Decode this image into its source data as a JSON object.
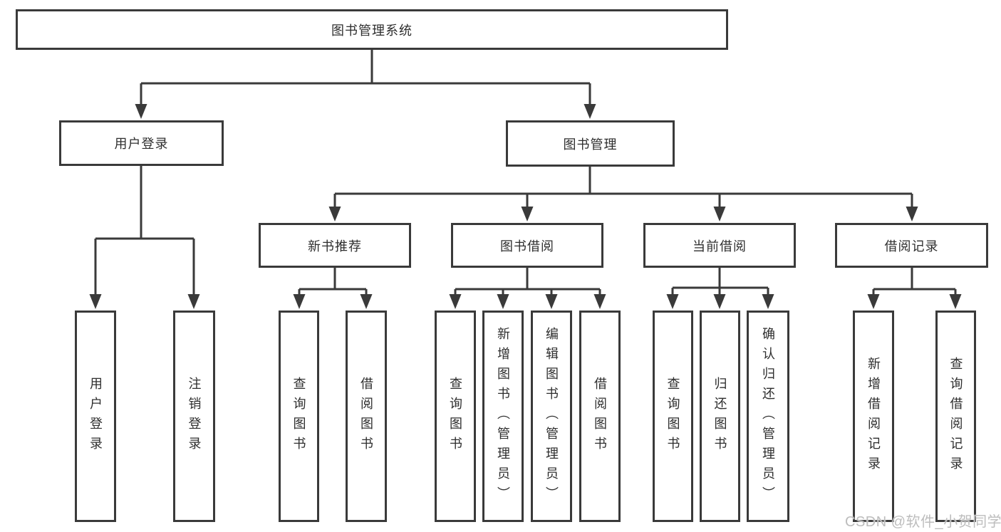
{
  "chart": {
    "root": {
      "label": "图书管理系统"
    },
    "children": [
      {
        "label": "用户登录",
        "children": [
          {
            "label": "用户登录"
          },
          {
            "label": "注销登录"
          }
        ]
      },
      {
        "label": "图书管理",
        "children": [
          {
            "label": "新书推荐",
            "children": [
              {
                "label": "查询图书"
              },
              {
                "label": "借阅图书"
              }
            ]
          },
          {
            "label": "图书借阅",
            "children": [
              {
                "label": "查询图书"
              },
              {
                "label": "新增图书（管理员）"
              },
              {
                "label": "编辑图书（管理员）"
              },
              {
                "label": "借阅图书"
              }
            ]
          },
          {
            "label": "当前借阅",
            "children": [
              {
                "label": "查询图书"
              },
              {
                "label": "归还图书"
              },
              {
                "label": "确认归还（管理员）"
              }
            ]
          },
          {
            "label": "借阅记录",
            "children": [
              {
                "label": "新增借阅记录"
              },
              {
                "label": "查询借阅记录"
              }
            ]
          }
        ]
      }
    ]
  },
  "watermark": {
    "text": "CSDN @软件_小贺同学",
    "color": "#bdbdbd"
  },
  "colors": {
    "line": "#3a3a3a",
    "box_border": "#3a3a3a",
    "box_fill": "#ffffff",
    "text": "#2e2e2e",
    "background": "#ffffff"
  }
}
